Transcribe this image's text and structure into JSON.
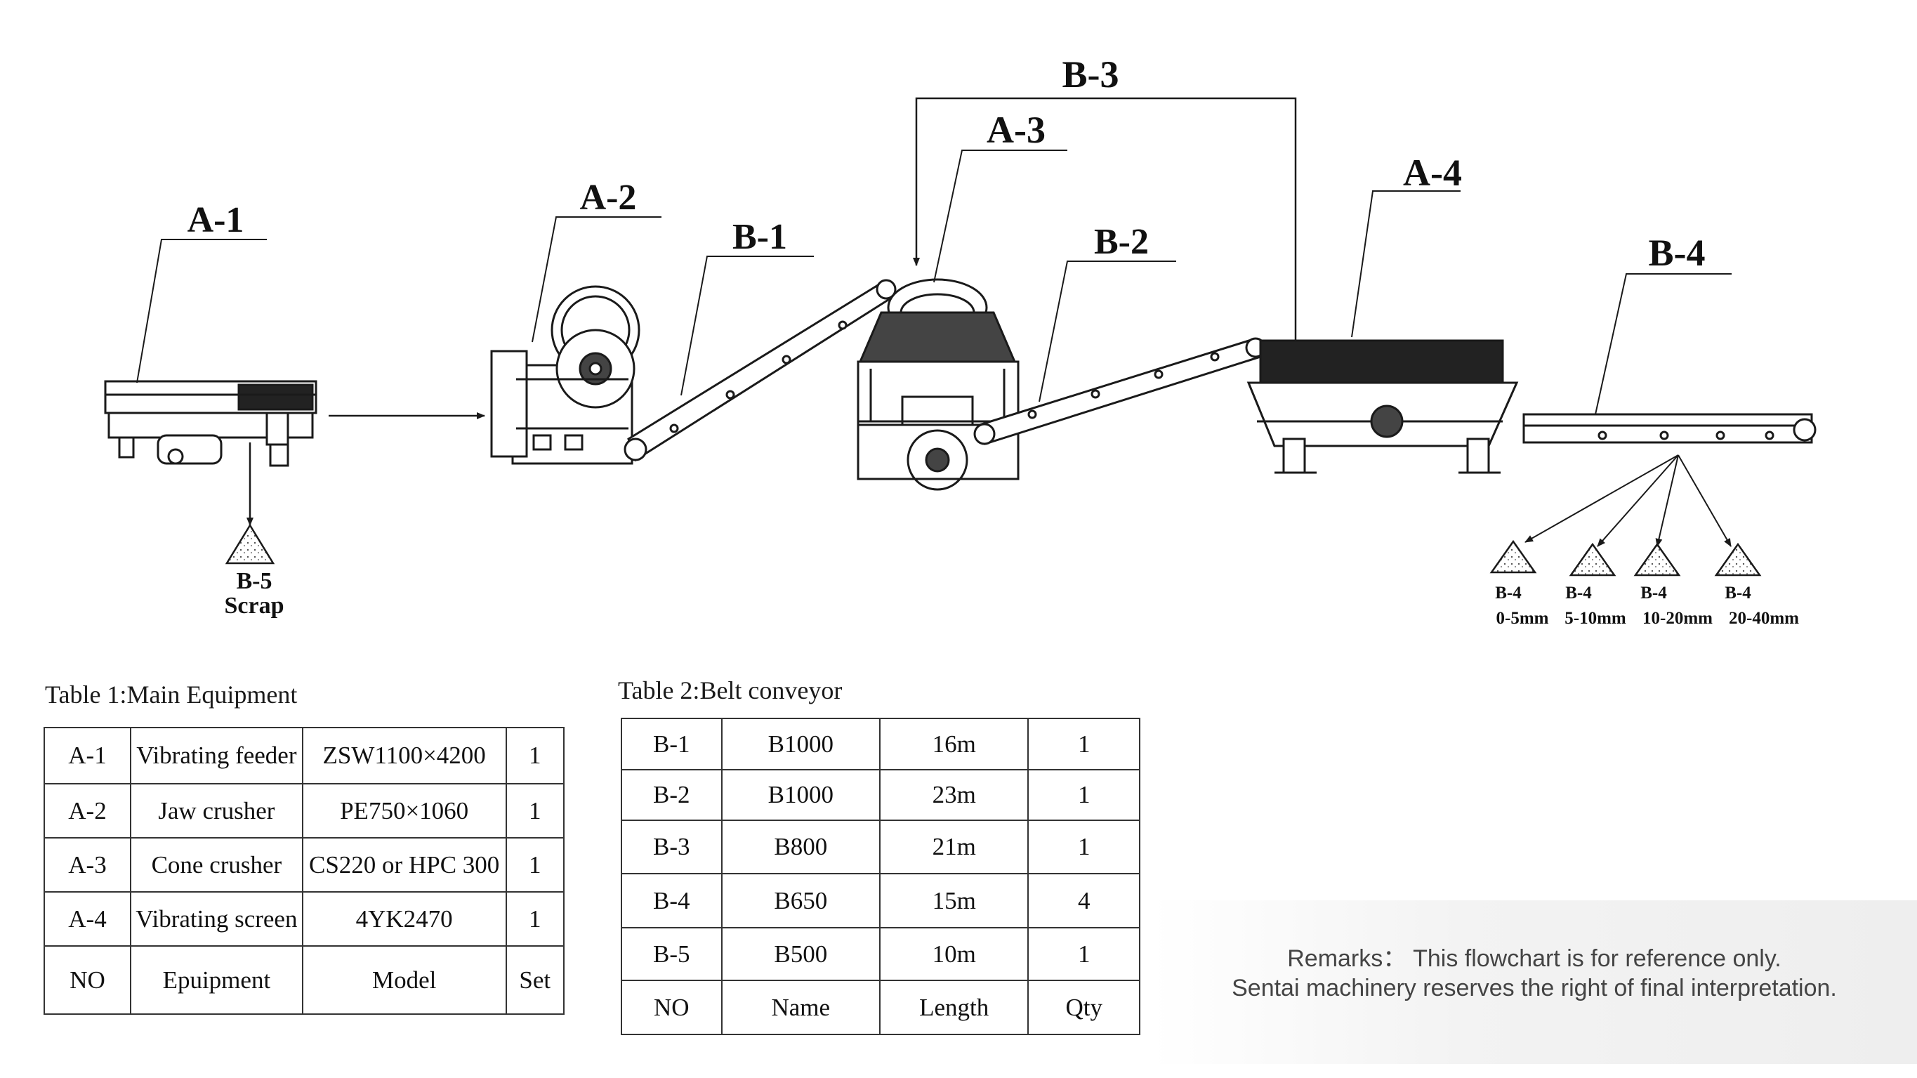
{
  "labels": {
    "a1": "A-1",
    "a2": "A-2",
    "a3": "A-3",
    "a4": "A-4",
    "b1": "B-1",
    "b2": "B-2",
    "b3": "B-3",
    "b4": "B-4"
  },
  "scrap": {
    "code": "B-5",
    "text": "Scrap"
  },
  "products": [
    {
      "code": "B-4",
      "size": "0-5mm"
    },
    {
      "code": "B-4",
      "size": "5-10mm"
    },
    {
      "code": "B-4",
      "size": "10-20mm"
    },
    {
      "code": "B-4",
      "size": "20-40mm"
    }
  ],
  "table1": {
    "caption": "Table 1:Main Equipment",
    "rows": [
      [
        "A-1",
        "Vibrating feeder",
        "ZSW1100×4200",
        "1"
      ],
      [
        "A-2",
        "Jaw crusher",
        "PE750×1060",
        "1"
      ],
      [
        "A-3",
        "Cone crusher",
        "CS220 or HPC 300",
        "1"
      ],
      [
        "A-4",
        "Vibrating screen",
        "4YK2470",
        "1"
      ],
      [
        "NO",
        "Epuipment",
        "Model",
        "Set"
      ]
    ]
  },
  "table2": {
    "caption": "Table 2:Belt conveyor",
    "rows": [
      [
        "B-1",
        "B1000",
        "16m",
        "1"
      ],
      [
        "B-2",
        "B1000",
        "23m",
        "1"
      ],
      [
        "B-3",
        "B800",
        "21m",
        "1"
      ],
      [
        "B-4",
        "B650",
        "15m",
        "4"
      ],
      [
        "B-5",
        "B500",
        "10m",
        "1"
      ],
      [
        "NO",
        "Name",
        "Length",
        "Qty"
      ]
    ]
  },
  "remarks": {
    "line1": "Remarks：  This flowchart is for reference only.",
    "line2": "Sentai machinery reserves the right of final interpretation."
  },
  "colors": {
    "line": "#1a1a1a",
    "dark_fill": "#222222",
    "remarks_text": "#444444"
  }
}
